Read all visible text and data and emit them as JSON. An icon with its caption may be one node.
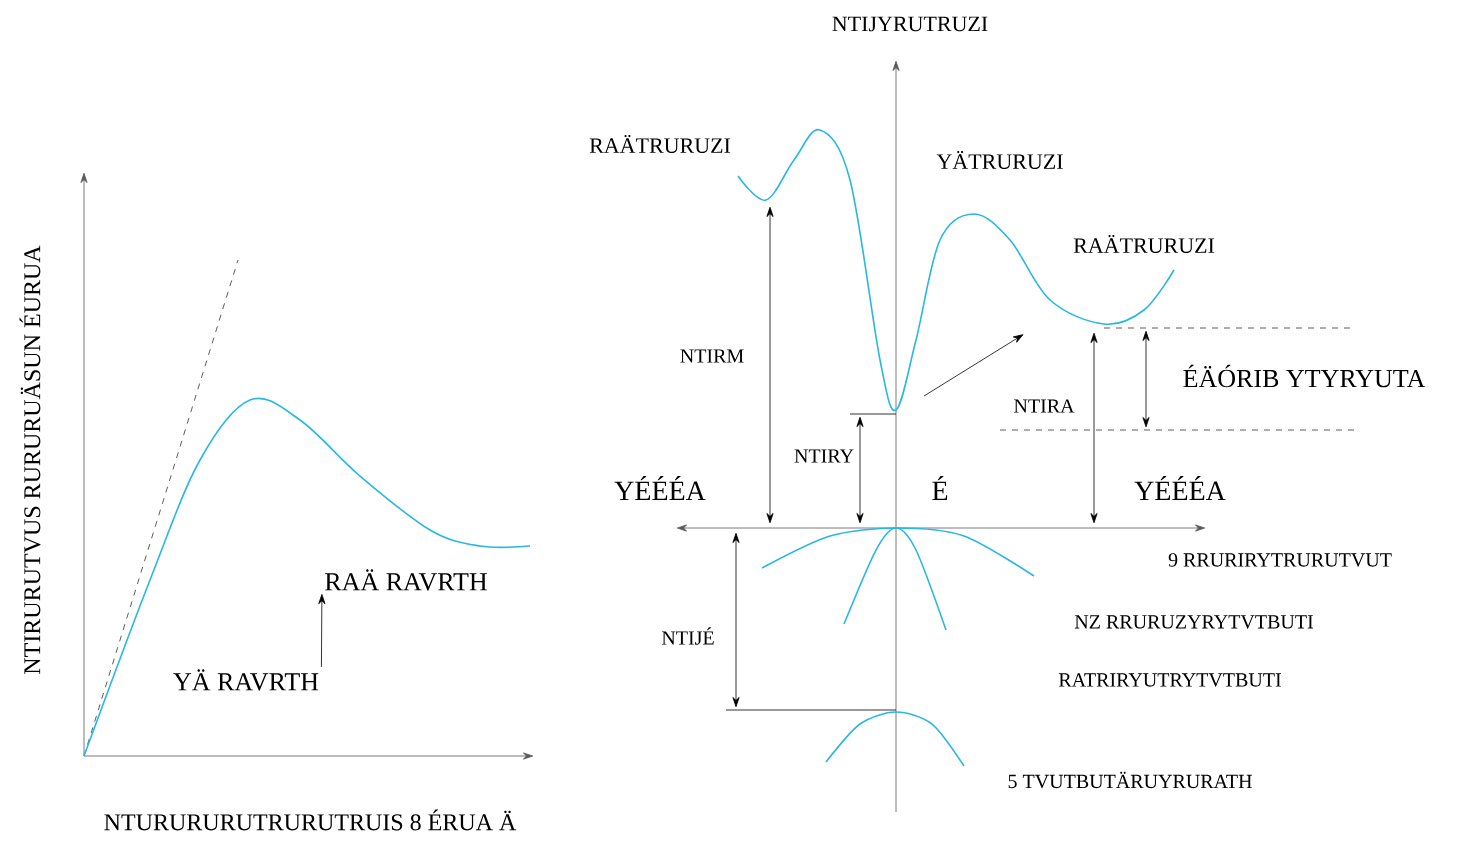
{
  "diagram": {
    "nodes": [
      {
        "text": [
          "YÄ RAVRTH"
        ]
      },
      {
        "text": [
          "RAÄ RAVRTH"
        ]
      }
    ],
    "edges": [
      {
        "from": 0,
        "to": 1,
        "arrow": "to"
      }
    ],
    "labels": [
      "NTIJYRUTRUZI",
      "RAÄTRURUZI",
      "YÄTRURUZI",
      "RAÄTRURUZI",
      "NTIRM",
      "ÉÄÓRIB YTYRYUTA",
      "NTIRA",
      "NTIRY",
      "YÉÉÉA",
      "É",
      "YÉÉÉA",
      "9 RRURIRYTRURUTVUT",
      "NTIJÉ",
      "NZ RRURUZYRYTVTBUTI",
      "RATRIRYUTRYTVTBUTI",
      "5 TVUTBUTÄRUYRURATH",
      "NTIRURUTVUS RURURUÄSUN ÉURUA",
      "NTURURURUTRURUTRUIS 8 ÉRUA Ä"
    ]
  }
}
